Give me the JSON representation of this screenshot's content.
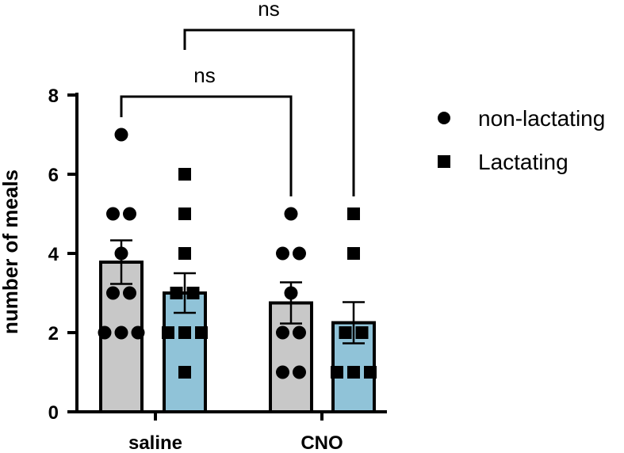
{
  "chart_data": {
    "type": "bar",
    "title": "",
    "xlabel": "",
    "ylabel": "number of meals",
    "ylim": [
      0,
      8
    ],
    "yticks": [
      "0",
      "2",
      "4",
      "6",
      "8"
    ],
    "categories": [
      "saline",
      "CNO"
    ],
    "series": [
      {
        "name": "non-lactating",
        "marker": "circle",
        "color": "#c8c8c8",
        "values": [
          3.78,
          2.75
        ],
        "sem": [
          0.55,
          0.52
        ],
        "points": [
          [
            7,
            5,
            5,
            4,
            3,
            3,
            2,
            2,
            2
          ],
          [
            5,
            4,
            4,
            3,
            2,
            2,
            1,
            1
          ]
        ]
      },
      {
        "name": "Lactating",
        "marker": "square",
        "color": "#90c3d8",
        "values": [
          3.0,
          2.25
        ],
        "sem": [
          0.5,
          0.52
        ],
        "points": [
          [
            6,
            5,
            4,
            3,
            3,
            2,
            2,
            2,
            1
          ],
          [
            5,
            4,
            2,
            2,
            1,
            1,
            1
          ]
        ]
      }
    ],
    "comparisons": [
      {
        "label": "ns",
        "from": "saline non-lactating",
        "to": "CNO non-lactating"
      },
      {
        "label": "ns",
        "from": "saline Lactating",
        "to": "CNO Lactating"
      }
    ],
    "grid": false,
    "legend_position": "right"
  }
}
